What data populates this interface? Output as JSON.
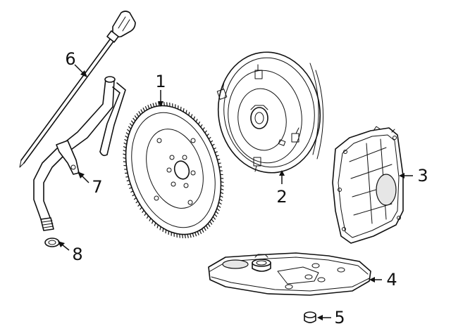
{
  "diagram": {
    "callouts": [
      {
        "id": "1",
        "label": "1",
        "part": "flywheel"
      },
      {
        "id": "2",
        "label": "2",
        "part": "torque-converter"
      },
      {
        "id": "3",
        "label": "3",
        "part": "transmission-oil-pan"
      },
      {
        "id": "4",
        "label": "4",
        "part": "transmission-filter"
      },
      {
        "id": "5",
        "label": "5",
        "part": "filter-seal"
      },
      {
        "id": "6",
        "label": "6",
        "part": "dipstick"
      },
      {
        "id": "7",
        "label": "7",
        "part": "dipstick-tube"
      },
      {
        "id": "8",
        "label": "8",
        "part": "tube-seal"
      }
    ]
  }
}
